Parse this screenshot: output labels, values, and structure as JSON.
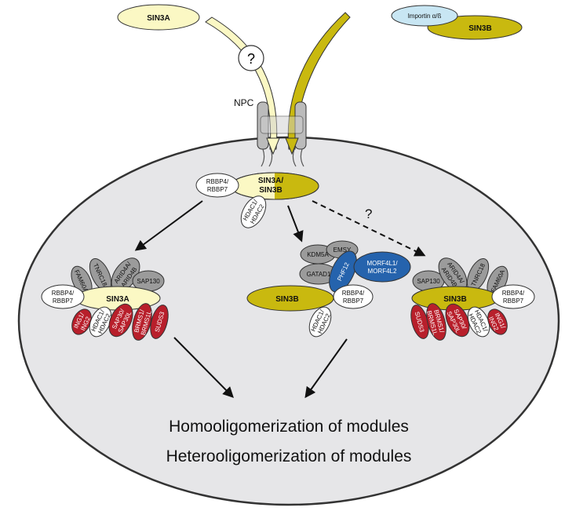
{
  "colors": {
    "cell_fill": "#e6e6e8",
    "sin3a_fill": "#fbf8c4",
    "sin3b_fill": "#c9b90f",
    "grey_subunit": "#9b9b9b",
    "red_subunit": "#b81f2b",
    "blue_subunit": "#2563ad",
    "importin_fill": "#c8e6f3",
    "white_subunit": "#ffffff"
  },
  "cytoplasm": {
    "sin3a_label": "SIN3A",
    "sin3b_label": "SIN3B",
    "importin_label": "Importin α/ß",
    "question_mark": "?",
    "npc_label": "NPC"
  },
  "nucleus": {
    "center_complex": {
      "label_line1": "SIN3A/",
      "label_line2": "SIN3B",
      "rbbp_line1": "RBBP4/",
      "rbbp_line2": "RBBP7",
      "hdac_line1": "HDAC1/",
      "hdac_line2": "HDAC2"
    },
    "dashed_question": "?",
    "left_complex": {
      "core": "SIN3A",
      "fam60a": "FAM60A",
      "tnrc18": "TNRC18",
      "arid4a_line1": "ARID4A/",
      "arid4a_line2": "ARID4B",
      "sap130": "SAP130",
      "rbbp_line1": "RBBP4/",
      "rbbp_line2": "RBBP7",
      "ing_line1": "ING1/",
      "ing_line2": "ING2",
      "hdac_line1": "HDAC1/",
      "hdac_line2": "HDAC2",
      "sap_line1": "SAP30/",
      "sap_line2": "SAP30L",
      "brms_line1": "BRMS1/",
      "brms_line2": "BRMS1L",
      "suds3": "SUDS3"
    },
    "middle_complex": {
      "core": "SIN3B",
      "kdm5a": "KDM5A",
      "emsy": "EMSY",
      "gatad1": "GATAD1",
      "phf12": "PHF12",
      "morf_line1": "MORF4L1/",
      "morf_line2": "MORF4L2",
      "rbbp_line1": "RBBP4/",
      "rbbp_line2": "RBBP7",
      "hdac_line1": "HDAC1/",
      "hdac_line2": "HDAC2"
    },
    "right_complex": {
      "core": "SIN3B",
      "sap130": "SAP130",
      "arid4a_line1": "ARID4A/",
      "arid4a_line2": "ARID4B",
      "tnrc18": "TNRC18",
      "fam60a": "FAM60A",
      "rbbp_line1": "RBBP4/",
      "rbbp_line2": "RBBP7",
      "brms_line1": "BRMS1/",
      "brms_line2": "BRMS1L",
      "suds3": "SUDS3",
      "sap_line1": "SAP30/",
      "sap_line2": "SAP30L",
      "hdac_line1": "HDAC1/",
      "hdac_line2": "HDAC2",
      "ing_line1": "ING1/",
      "ing_line2": "ING2"
    },
    "caption_line1": "Homooligomerization of modules",
    "caption_line2": "Heterooligomerization of modules"
  }
}
